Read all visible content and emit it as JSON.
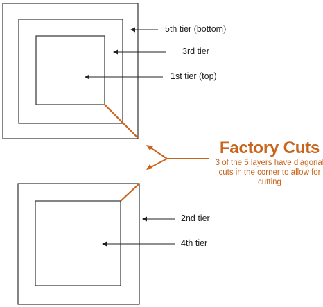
{
  "labels": {
    "tier5": "5th tier (bottom)",
    "tier3": "3rd tier",
    "tier1": "1st tier (top)",
    "tier2": "2nd tier",
    "tier4": "4th tier"
  },
  "callout": {
    "title": "Factory Cuts",
    "description": "3 of the 5 layers have diagonal cuts in the corner to allow for cutting"
  },
  "colors": {
    "accent": "#c8641c",
    "line": "#333333"
  }
}
